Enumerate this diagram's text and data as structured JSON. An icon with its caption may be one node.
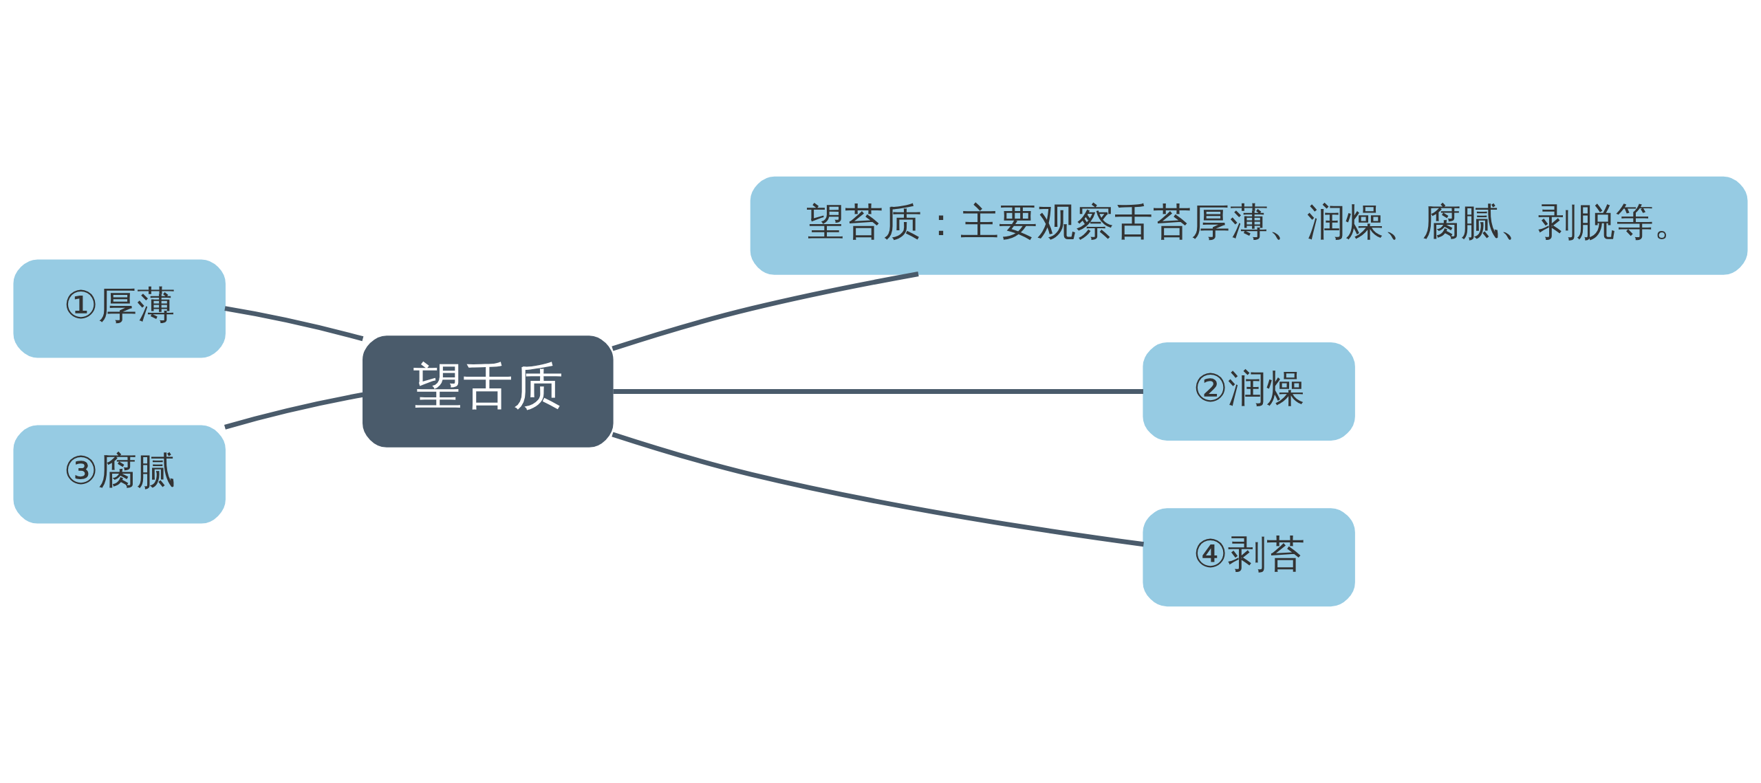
{
  "diagram": {
    "nodes": [
      {
        "text": [
          "望舌质"
        ]
      },
      {
        "text": [
          "望苔质：主要观察舌苔厚薄、润燥、腐腻、剥脱等。"
        ]
      },
      {
        "text": [
          "①厚薄"
        ]
      },
      {
        "text": [
          "②润燥"
        ]
      },
      {
        "text": [
          "③腐腻"
        ]
      },
      {
        "text": [
          "④剥苔"
        ]
      }
    ],
    "edges": [
      {
        "from": 0,
        "to": 1,
        "arrow": "none"
      },
      {
        "from": 0,
        "to": 2,
        "arrow": "none"
      },
      {
        "from": 0,
        "to": 3,
        "arrow": "none"
      },
      {
        "from": 0,
        "to": 4,
        "arrow": "none"
      },
      {
        "from": 0,
        "to": 5,
        "arrow": "none"
      }
    ]
  }
}
